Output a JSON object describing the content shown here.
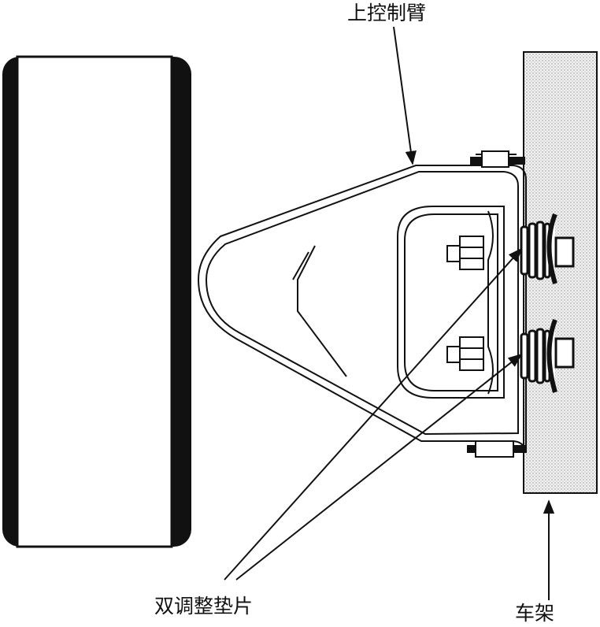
{
  "labels": {
    "upper_control_arm": "上控制臂",
    "double_shims": "双调整垫片",
    "frame": "车架"
  },
  "colors": {
    "line": "#111111",
    "frame_fill": "#e6e6e6",
    "background": "#ffffff"
  }
}
